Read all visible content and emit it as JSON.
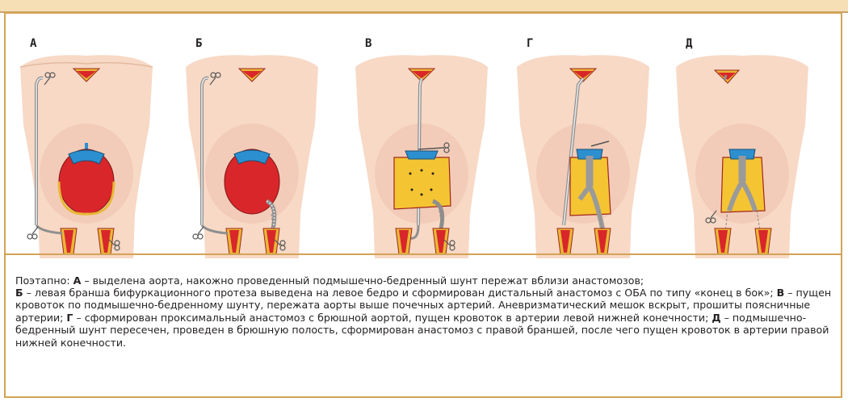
{
  "panels": [
    {
      "letter": "А",
      "stage": "a"
    },
    {
      "letter": "Б",
      "stage": "b"
    },
    {
      "letter": "В",
      "stage": "c"
    },
    {
      "letter": "Г",
      "stage": "d"
    },
    {
      "letter": "Д",
      "stage": "e"
    }
  ],
  "caption": {
    "intro": "Поэтапно: ",
    "a_letter": "А",
    "a_text": " – выделена аорта, накожно проведенный подмышечно-бедренный шунт пережат вблизи анастомозов;",
    "b_letter": "Б",
    "b_text": " – левая бранша бифуркационного протеза выведена на левое бедро и сформирован дистальный анастомоз с ОБА по типу «конец в бок»; ",
    "c_letter": "В",
    "c_text": " – пущен кровоток по подмышечно-бедренному шунту, пережата аорты выше почечных артерий. Аневризматический мешок вскрыт, прошиты поясничные артерии; ",
    "d_letter": "Г",
    "d_text": " – сформирован проксимальный анастомоз с брюшной аортой, пущен кровоток в артерии левой нижней конечности; ",
    "e_letter": "Д",
    "e_text": " – подмышечно-бедренный шунт пересечен, проведен в брюшную полость, сформирован анастомоз с правой браншей, после чего пущен кровоток в артерии правой нижней конечности."
  },
  "colors": {
    "frame": "#d4a355",
    "topband": "#f6dfb5",
    "skin": "#f7d9c6",
    "aneurysm": "#d9262a",
    "vessel_blue": "#2c8fd0",
    "opened_sac": "#f5c433"
  }
}
